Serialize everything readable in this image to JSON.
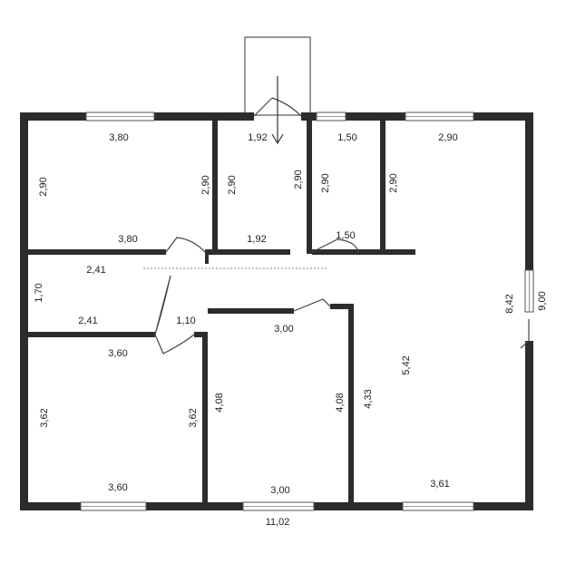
{
  "plan": {
    "overall_width": "11,02",
    "overall_depth": "9,00",
    "rooms": {
      "room_tl": {
        "top": "3,80",
        "bottom": "3,80",
        "left": "2,90",
        "right": "2,90"
      },
      "room_entry": {
        "top": "1,92",
        "bottom": "1,92",
        "left": "2,90",
        "right": "2,90"
      },
      "room_bath": {
        "top": "1,50",
        "bottom": "1,50",
        "left": "2,90"
      },
      "room_tr": {
        "top": "2,90",
        "left": "2,90"
      },
      "corridor": {
        "top": "2,41",
        "bottom": "2,41",
        "left": "1,70",
        "door": "1,10"
      },
      "room_bl": {
        "top": "3,60",
        "bottom": "3,60",
        "left": "3,62",
        "right": "3,62"
      },
      "room_bm": {
        "top": "3,00",
        "bottom": "3,00",
        "left": "4,08",
        "right": "4,08"
      },
      "room_br": {
        "bottom": "3,61",
        "left": "4,33",
        "inner": "5,42",
        "right": "8,42"
      }
    }
  }
}
